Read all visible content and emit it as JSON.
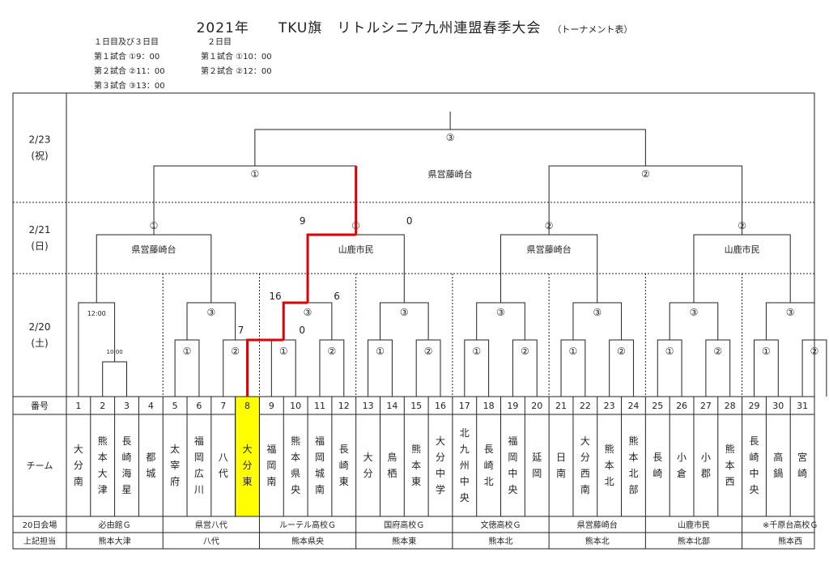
{
  "title": "2021年　　TKU旗　リトルシニア九州連盟春季大会",
  "title_sub": "（トーナメント表）",
  "schedule": {
    "day13": {
      "header": "１日目及び３日目",
      "lines": [
        "第１試合 ①9：00",
        "第２試合 ②11：00",
        "第３試合 ③13：00"
      ]
    },
    "day2": {
      "header": "２日目",
      "lines": [
        "第１試合 ①10：00",
        "第２試合 ②12：00"
      ]
    }
  },
  "dates": [
    {
      "date": "2/23",
      "day": "(祝)"
    },
    {
      "date": "2/21",
      "day": "(日)"
    },
    {
      "date": "2/20",
      "day": "(土)"
    }
  ],
  "row_labels": {
    "number": "番号",
    "team": "チーム",
    "venue": "20日会場",
    "supervisor": "上記担当"
  },
  "teams": [
    "大分南",
    "熊本大津",
    "長崎海星",
    "都城",
    "太宰府",
    "福岡広川",
    "八代",
    "大分東",
    "福岡南",
    "熊本県央",
    "福岡城南",
    "長崎東",
    "大分",
    "鳥栖",
    "熊本東",
    "大分中学",
    "北九州中央",
    "長崎北",
    "福岡中央",
    "延岡",
    "日南",
    "大分西南",
    "熊本北",
    "熊本北部",
    "長崎",
    "小倉",
    "小郡",
    "熊本西",
    "長崎中央",
    "高鍋",
    "宮崎"
  ],
  "numbers": [
    "1",
    "2",
    "3",
    "4",
    "5",
    "6",
    "7",
    "8",
    "9",
    "10",
    "11",
    "12",
    "13",
    "14",
    "15",
    "16",
    "17",
    "18",
    "19",
    "20",
    "21",
    "22",
    "23",
    "24",
    "25",
    "26",
    "27",
    "28",
    "29",
    "30",
    "31"
  ],
  "highlight_team_index": 7,
  "venues": [
    "必由館Ｇ",
    "県営八代",
    "ルーテル高校Ｇ",
    "国府高校Ｇ",
    "文徳高校Ｇ",
    "県営藤崎台",
    "山鹿市民",
    "※千原台高校Ｇ"
  ],
  "supervisors": [
    "熊本大津",
    "八代",
    "熊本県央",
    "熊本東",
    "熊本北",
    "熊本北",
    "熊本北部",
    "熊本西"
  ],
  "day20_games": [
    {
      "upper_game": "12:00",
      "lower_game": "10:00"
    },
    {
      "upper_game": "③",
      "left_game": "①",
      "right_game": "②"
    },
    {
      "upper_game": "③",
      "left_game": "①",
      "right_game": "②"
    },
    {
      "upper_game": "③",
      "left_game": "①",
      "right_game": "②"
    },
    {
      "upper_game": "③",
      "left_game": "①",
      "right_game": "②"
    },
    {
      "upper_game": "③",
      "left_game": "①",
      "right_game": "②"
    },
    {
      "upper_game": "③",
      "left_game": "①",
      "right_game": "②"
    },
    {
      "upper_game": "③",
      "left_game": "①",
      "right_game": "②"
    }
  ],
  "day21_games": [
    {
      "game": "①",
      "venue": "県営藤崎台"
    },
    {
      "game": "①",
      "venue": "山鹿市民"
    },
    {
      "game": "②",
      "venue": "県営藤崎台"
    },
    {
      "game": "②",
      "venue": "山鹿市民"
    }
  ],
  "day23": {
    "left_game": "①",
    "center_venue": "県営藤崎台",
    "right_game": "②",
    "final_game": "③"
  },
  "scores": {
    "g1_left": "7",
    "g1_right": "0",
    "g3_left": "16",
    "g3_right": "6",
    "r2_left": "9",
    "r2_right": "0"
  },
  "colors": {
    "highlight": "#ffff00",
    "winner_line": "#e00000"
  }
}
